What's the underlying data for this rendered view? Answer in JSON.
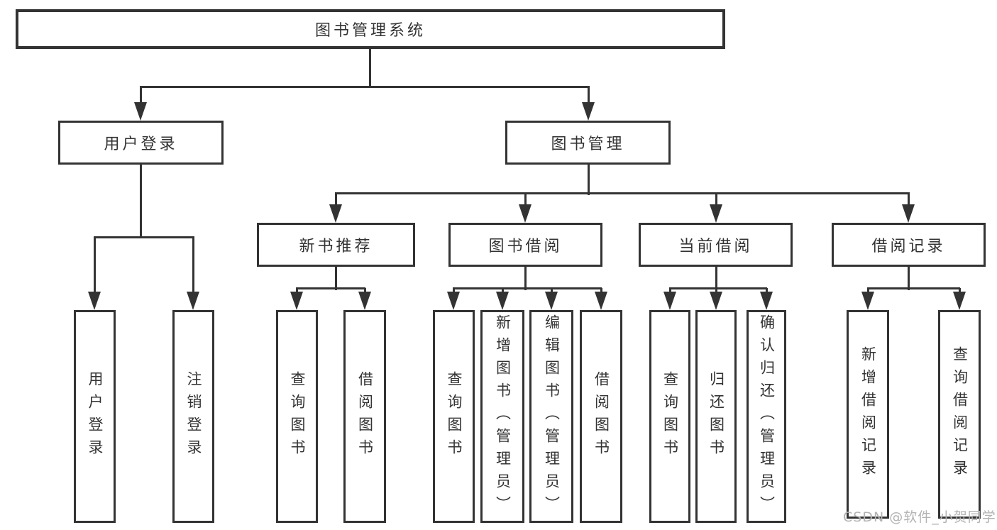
{
  "diagram_title": "图书管理系统",
  "tree": {
    "label": "图书管理系统",
    "children": [
      {
        "label": "用户登录",
        "children": [
          {
            "label": "用户登录"
          },
          {
            "label": "注销登录"
          }
        ]
      },
      {
        "label": "图书管理",
        "children": [
          {
            "label": "新书推荐",
            "children": [
              {
                "label": "查询图书"
              },
              {
                "label": "借阅图书"
              }
            ]
          },
          {
            "label": "图书借阅",
            "children": [
              {
                "label": "查询图书"
              },
              {
                "label": "新增图书（管理员）"
              },
              {
                "label": "编辑图书（管理员）"
              },
              {
                "label": "借阅图书"
              }
            ]
          },
          {
            "label": "当前借阅",
            "children": [
              {
                "label": "查询图书"
              },
              {
                "label": "归还图书"
              },
              {
                "label": "确认归还（管理员）"
              }
            ]
          },
          {
            "label": "借阅记录",
            "children": [
              {
                "label": "新增借阅记录"
              },
              {
                "label": "查询借阅记录"
              }
            ]
          }
        ]
      }
    ]
  },
  "watermark": {
    "text": "CSDN @软件_小贺同学"
  },
  "colors": {
    "line": "#333333",
    "text": "#333333",
    "watermark": "#b3b3b3",
    "background": "#ffffff"
  }
}
